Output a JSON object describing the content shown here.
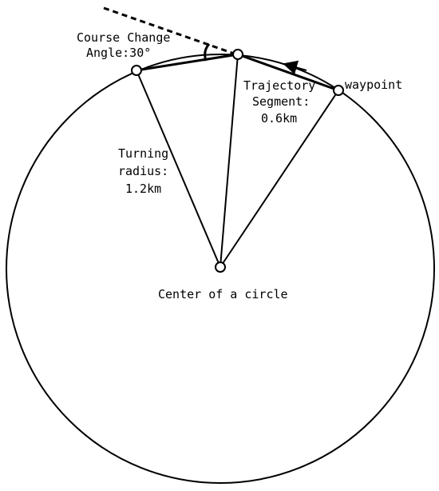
{
  "diagram": {
    "colors": {
      "stroke": "#000000",
      "background": "#ffffff"
    },
    "labels": {
      "course_change_line1": "Course Change",
      "course_change_line2": "Angle:30°",
      "trajectory_line1": "Trajectory",
      "trajectory_line2": "Segment:",
      "trajectory_line3": "0.6km",
      "waypoint": "waypoint",
      "turning_line1": "Turning",
      "turning_line2": "radius:",
      "turning_line3": "1.2km",
      "center": "Center of a circle"
    },
    "values": {
      "course_change_angle_deg": 30,
      "trajectory_segment_km": 0.6,
      "turning_radius_km": 1.2
    }
  }
}
